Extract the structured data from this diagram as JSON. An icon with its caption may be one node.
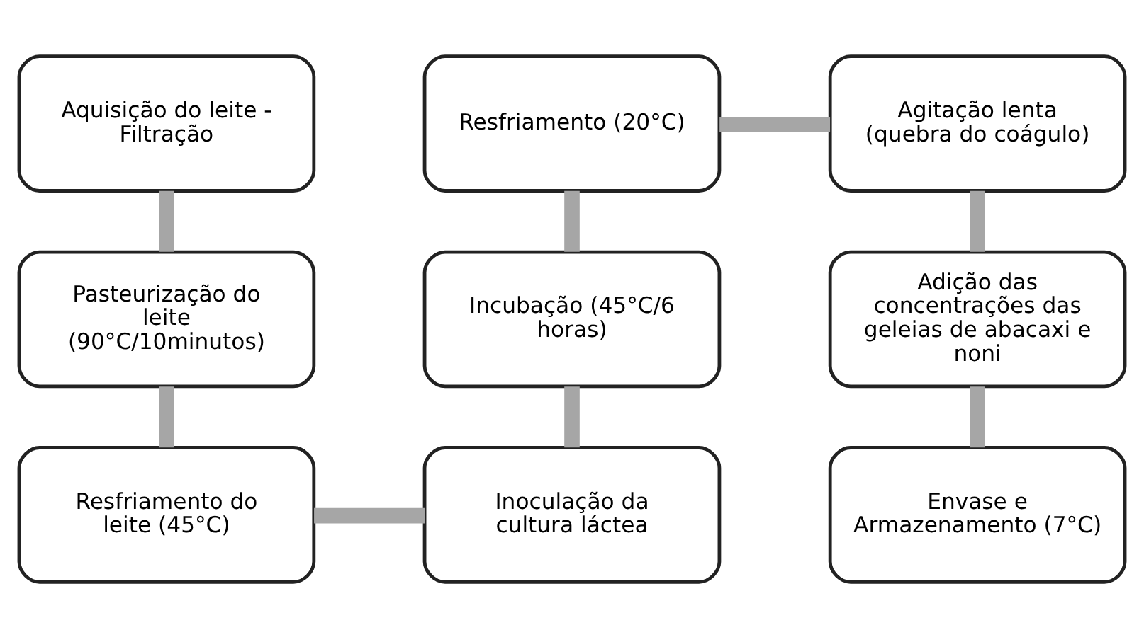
{
  "diagram": {
    "nodes": [
      {
        "text": [
          "Aquisição do leite - Filtração"
        ]
      },
      {
        "text": [
          "Pasteurização do leite (90°C/10minutos)"
        ]
      },
      {
        "text": [
          "Resfriamento do leite (45°C)"
        ]
      },
      {
        "text": [
          "Inoculação da cultura láctea"
        ]
      },
      {
        "text": [
          "Incubação (45°C/6 horas)"
        ]
      },
      {
        "text": [
          "Resfriamento (20°C)"
        ]
      },
      {
        "text": [
          "Agitação lenta (quebra do coágulo)"
        ]
      },
      {
        "text": [
          "Adição das concentrações das geleias de abacaxi e noni"
        ]
      },
      {
        "text": [
          "Envase e Armazenamento (7°C)"
        ]
      }
    ],
    "edges": [
      {
        "from": 0,
        "to": 1,
        "arrow": "none"
      },
      {
        "from": 1,
        "to": 2,
        "arrow": "none"
      },
      {
        "from": 2,
        "to": 3,
        "arrow": "none"
      },
      {
        "from": 3,
        "to": 4,
        "arrow": "none"
      },
      {
        "from": 4,
        "to": 5,
        "arrow": "none"
      },
      {
        "from": 5,
        "to": 6,
        "arrow": "none"
      },
      {
        "from": 6,
        "to": 7,
        "arrow": "none"
      },
      {
        "from": 7,
        "to": 8,
        "arrow": "none"
      }
    ]
  }
}
